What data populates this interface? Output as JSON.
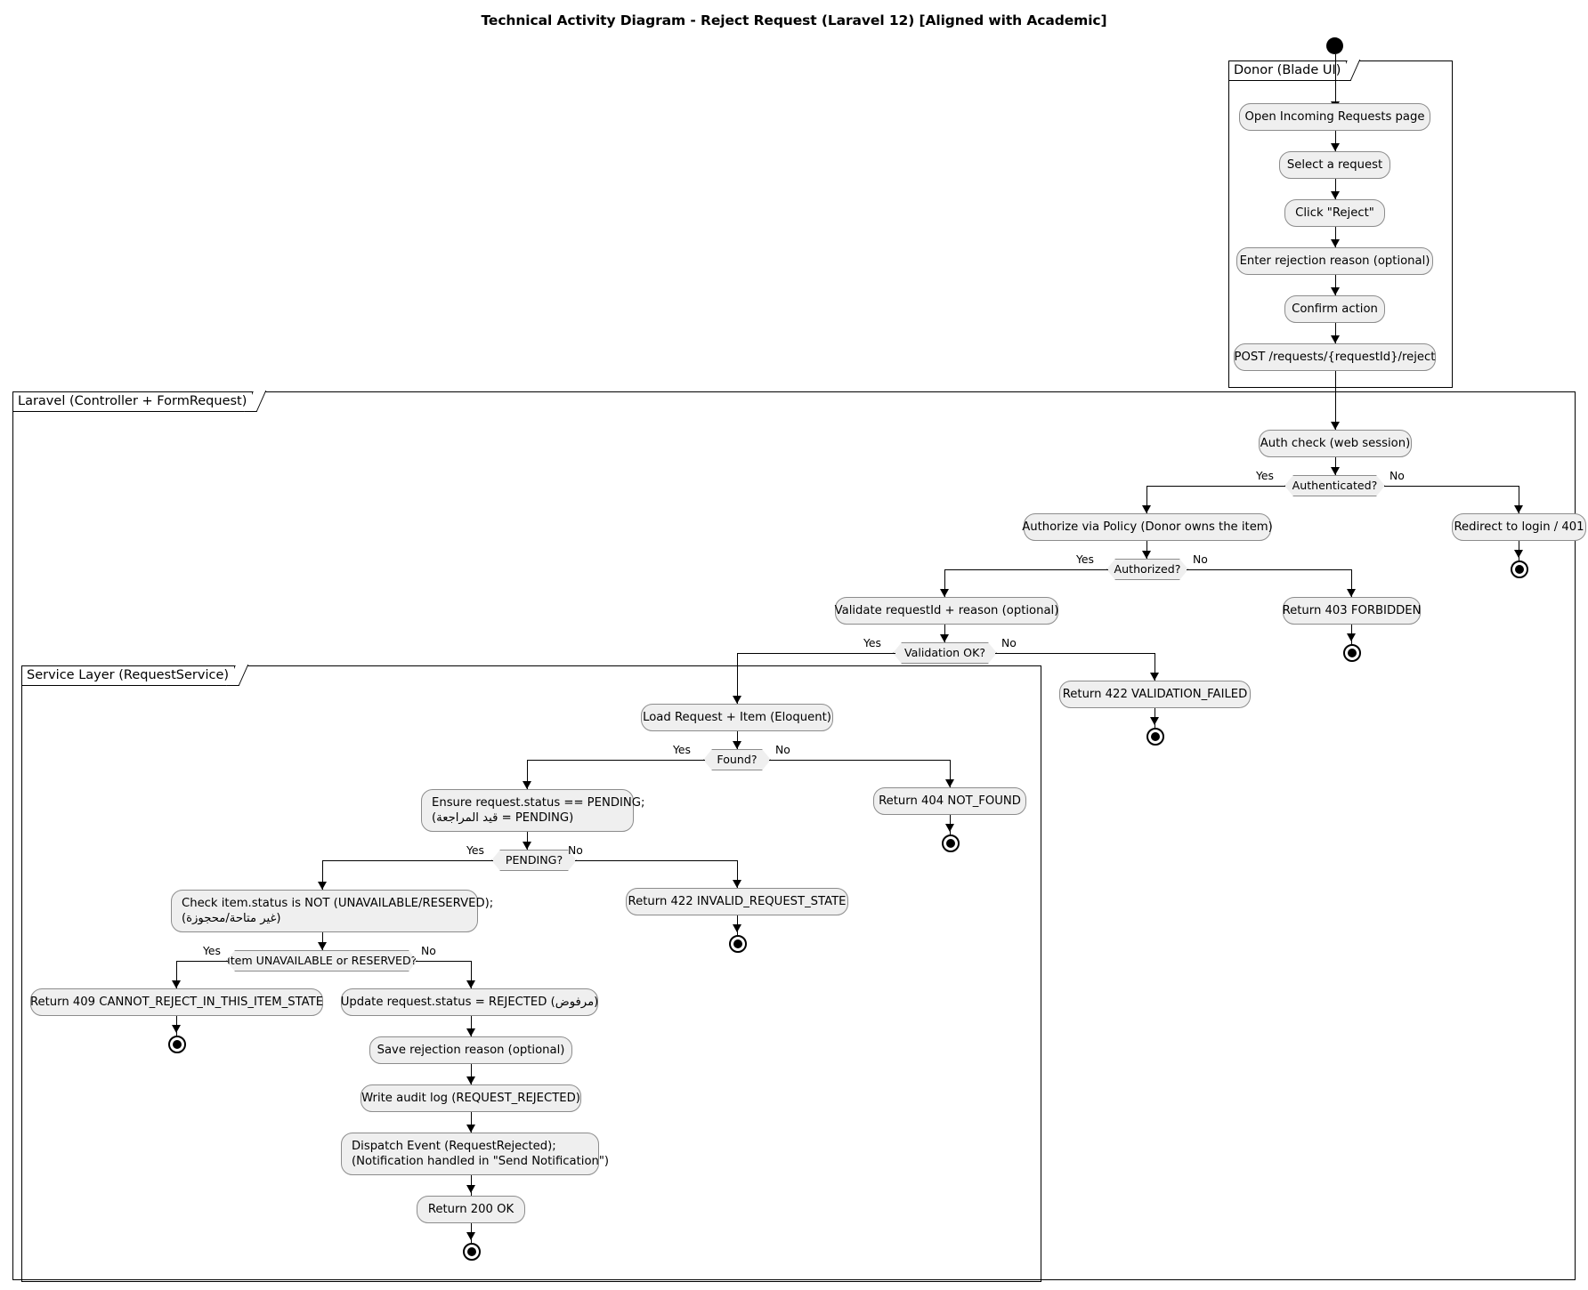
{
  "title": "Technical Activity Diagram - Reject Request (Laravel 12) [Aligned with Academic]",
  "partitions": {
    "donor": {
      "label": "Donor (Blade UI)"
    },
    "laravel": {
      "label": "Laravel (Controller + FormRequest)"
    },
    "service": {
      "label": "Service Layer (RequestService)"
    }
  },
  "nodes": {
    "open_incoming": "Open Incoming Requests page",
    "select_request": "Select a request",
    "click_reject": "Click \"Reject\"",
    "enter_reason": "Enter rejection reason (optional)",
    "confirm_action": "Confirm action",
    "post_reject": "POST /requests/{requestId}/reject",
    "auth_check": "Auth check (web session)",
    "authorize_policy": "Authorize via Policy (Donor owns the item)",
    "redirect_login": "Redirect to login / 401",
    "validate_request": "Validate requestId + reason (optional)",
    "return_403": "Return 403 FORBIDDEN",
    "return_422_validation": "Return 422 VALIDATION_FAILED",
    "load_request": "Load Request + Item (Eloquent)",
    "ensure_pending_l1": "Ensure request.status == PENDING;",
    "ensure_pending_l2": "(PENDING = قيد المراجعة)",
    "return_404": "Return 404 NOT_FOUND",
    "check_item_l1": "Check item.status is NOT (UNAVAILABLE/RESERVED);",
    "check_item_l2": "(غير متاحة/محجوزة)",
    "return_422_invalid": "Return 422 INVALID_REQUEST_STATE",
    "return_409": "Return 409 CANNOT_REJECT_IN_THIS_ITEM_STATE",
    "update_status": "Update request.status = REJECTED (مرفوض)",
    "save_reason": "Save rejection reason (optional)",
    "write_audit": "Write audit log (REQUEST_REJECTED)",
    "dispatch_event_l1": "Dispatch Event (RequestRejected);",
    "dispatch_event_l2": "(Notification handled in \"Send Notification\")",
    "return_200": "Return 200 OK"
  },
  "decisions": {
    "authenticated": "Authenticated?",
    "authorized": "Authorized?",
    "validation_ok": "Validation OK?",
    "found": "Found?",
    "pending": "PENDING?",
    "item_unavailable": "Item UNAVAILABLE or RESERVED?"
  },
  "edge_labels": {
    "yes": "Yes",
    "no": "No"
  },
  "colors": {
    "node_fill": "#efefef",
    "node_border": "#8c8c8c",
    "line": "#000000",
    "background": "#ffffff"
  }
}
